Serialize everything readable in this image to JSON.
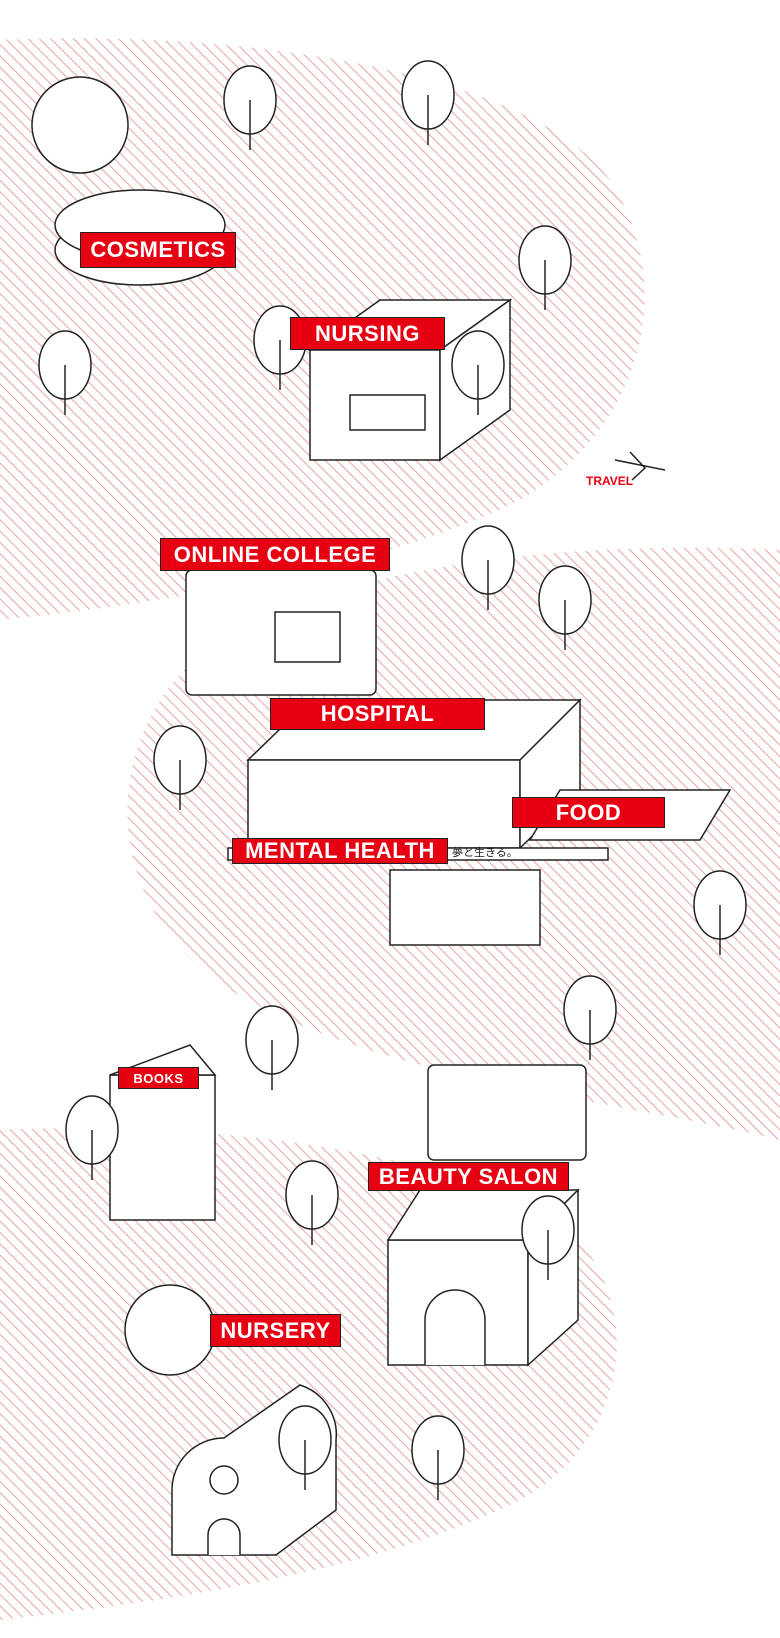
{
  "labels": {
    "cosmetics": "COSMETICS",
    "nursing": "NURSING",
    "travel": "TRAVEL",
    "online_college": "ONLINE COLLEGE",
    "hospital": "HOSPITAL",
    "food": "FOOD",
    "mental_health": "MENTAL HEALTH",
    "mental_health_sign": "夢と生きる。",
    "books": "BOOKS",
    "beauty_salon": "BEAUTY SALON",
    "nursery": "NURSERY"
  },
  "colors": {
    "accent": "#e60012",
    "hatch": "#eba3a3",
    "line": "#222222"
  }
}
